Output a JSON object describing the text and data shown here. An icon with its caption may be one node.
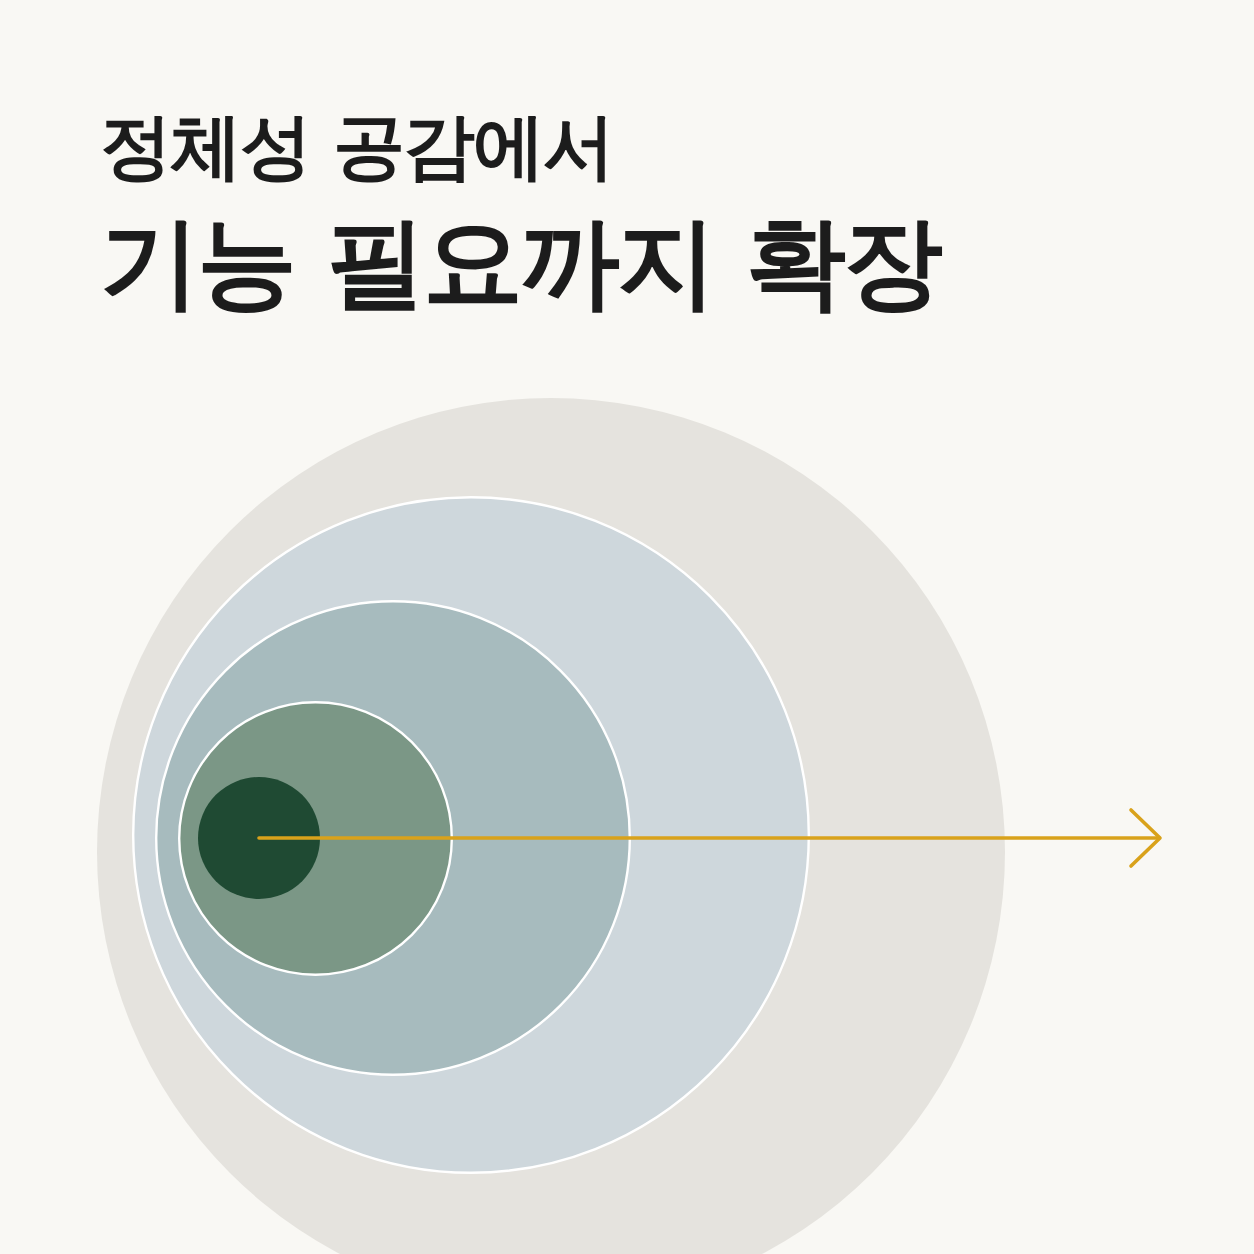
{
  "diagram": {
    "title": "정체성 공감에서 **기능 필요까지 확장**",
    "nodes": [
      {
        "text": [],
        "shape": "circle"
      },
      {
        "text": [],
        "shape": "circle",
        "in": 0
      },
      {
        "text": [],
        "shape": "circle",
        "in": 1
      },
      {
        "text": [],
        "shape": "circle",
        "in": 2
      },
      {
        "text": [],
        "shape": "circle",
        "in": 3
      }
    ]
  }
}
